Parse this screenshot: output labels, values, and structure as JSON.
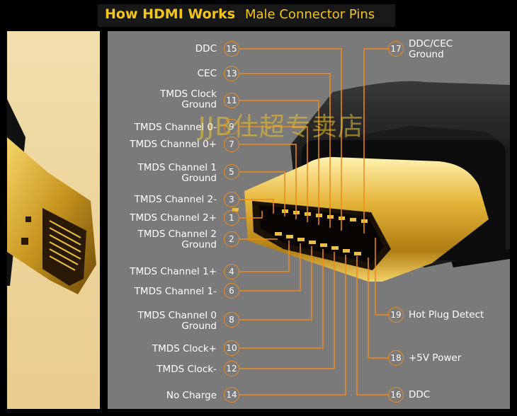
{
  "title": {
    "bold": "How HDMI Works",
    "light": "Male Connector Pins"
  },
  "watermark": "JJB仕超专卖店",
  "colors": {
    "title_text": "#f5c518",
    "panel_bg": "#7a7a7a",
    "leader_line": "#f08a1c",
    "gold": "#e0b43a"
  },
  "pins_left": [
    {
      "num": "15",
      "label": "DDC"
    },
    {
      "num": "13",
      "label": "CEC"
    },
    {
      "num": "11",
      "label_line1": "TMDS Clock",
      "label_line2": "Ground"
    },
    {
      "num": "9",
      "label": "TMDS Channel 0-"
    },
    {
      "num": "7",
      "label": "TMDS Channel 0+"
    },
    {
      "num": "5",
      "label_line1": "TMDS Channel 1",
      "label_line2": "Ground"
    },
    {
      "num": "3",
      "label": "TMDS Channel 2-"
    },
    {
      "num": "1",
      "label": "TMDS Channel 2+"
    },
    {
      "num": "2",
      "label_line1": "TMDS Channel 2",
      "label_line2": "Ground"
    },
    {
      "num": "4",
      "label": "TMDS Channel 1+"
    },
    {
      "num": "6",
      "label": "TMDS Channel 1-"
    },
    {
      "num": "8",
      "label_line1": "TMDS Channel 0",
      "label_line2": "Ground"
    },
    {
      "num": "10",
      "label": "TMDS Clock+"
    },
    {
      "num": "12",
      "label": "TMDS Clock-"
    },
    {
      "num": "14",
      "label": "No Charge"
    }
  ],
  "pins_right": [
    {
      "num": "17",
      "label_line1": "DDC/CEC",
      "label_line2": "Ground"
    },
    {
      "num": "19",
      "label": "Hot Plug Detect"
    },
    {
      "num": "18",
      "label": "+5V Power"
    },
    {
      "num": "16",
      "label": "DDC"
    }
  ]
}
